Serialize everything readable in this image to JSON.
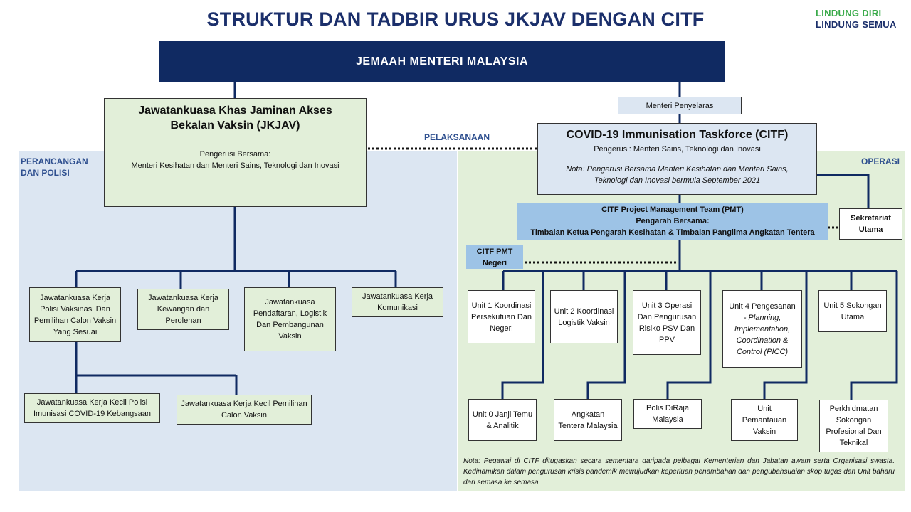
{
  "title": "STRUKTUR DAN TADBIR URUS JKJAV DENGAN CITF",
  "brand": {
    "line1": "LINDUNG DIRI",
    "line2": "LINDUNG SEMUA"
  },
  "top_box": "JEMAAH MENTERI MALAYSIA",
  "zones": {
    "left_label": "PERANCANGAN DAN POLISI",
    "right_label": "OPERASI"
  },
  "jkjav": {
    "title": "Jawatankuasa Khas Jaminan Akses Bekalan Vaksin (JKJAV)",
    "chair_label": "Pengerusi Bersama:",
    "chair": "Menteri Kesihatan dan Menteri Sains, Teknologi dan Inovasi"
  },
  "connector_label": "PELAKSANAAN",
  "menteri_penyelaras": "Menteri Penyelaras",
  "citf": {
    "title": "COVID-19 Immunisation Taskforce (CITF)",
    "chair": "Pengerusi: Menteri Sains, Teknologi dan Inovasi",
    "note": "Nota: Pengerusi Bersama Menteri Kesihatan dan Menteri Sains, Teknologi dan Inovasi bermula September 2021"
  },
  "sekretariat": "Sekretariat Utama",
  "pmt": {
    "line1": "CITF Project Management Team (PMT)",
    "line2": "Pengarah Bersama:",
    "line3": "Timbalan Ketua Pengarah Kesihatan & Timbalan Panglima Angkatan Tentera"
  },
  "pmt_negeri": "CITF PMT Negeri",
  "left_committees": [
    "Jawatankuasa Kerja Polisi Vaksinasi Dan Pemilihan Calon Vaksin Yang Sesuai",
    "Jawatankuasa Kerja Kewangan dan Perolehan",
    "Jawatankuasa Pendaftaran, Logistik Dan Pembangunan Vaksin",
    "Jawatankuasa Kerja Komunikasi"
  ],
  "left_sub": [
    "Jawatankuasa Kerja Kecil Polisi Imunisasi COVID-19 Kebangsaan",
    "Jawatankuasa Kerja Kecil Pemilihan Calon Vaksin"
  ],
  "units": [
    "Unit 1 Koordinasi Persekutuan Dan Negeri",
    "Unit 2 Koordinasi Logistik Vaksin",
    "Unit 3 Operasi Dan Pengurusan Risiko PSV Dan PPV",
    "Unit 4 Pengesanan",
    "Unit 5 Sokongan Utama"
  ],
  "unit4_detail": "- Planning, Implementation, Coordination & Control (PICC)",
  "bottom_units": [
    "Unit 0 Janji Temu & Analitik",
    "Angkatan Tentera Malaysia",
    "Polis DiRaja Malaysia",
    "Unit Pemantauan Vaksin",
    "Perkhidmatan Sokongan Profesional Dan Teknikal"
  ],
  "footnote": "Nota: Pegawai di CITF ditugaskan secara sementara daripada pelbagai Kementerian dan Jabatan awam serta Organisasi swasta. Kedinamikan dalam pengurusan krisis pandemik mewujudkan keperluan penambahan dan pengubahsuaian skop tugas dan Unit baharu dari semasa ke semasa",
  "colors": {
    "navy": "#102a62",
    "green_zone": "#e2efd9",
    "blue_zone": "#dce6f2",
    "pmt_blue": "#9dc3e6",
    "brand_green": "#3aaa4a"
  }
}
